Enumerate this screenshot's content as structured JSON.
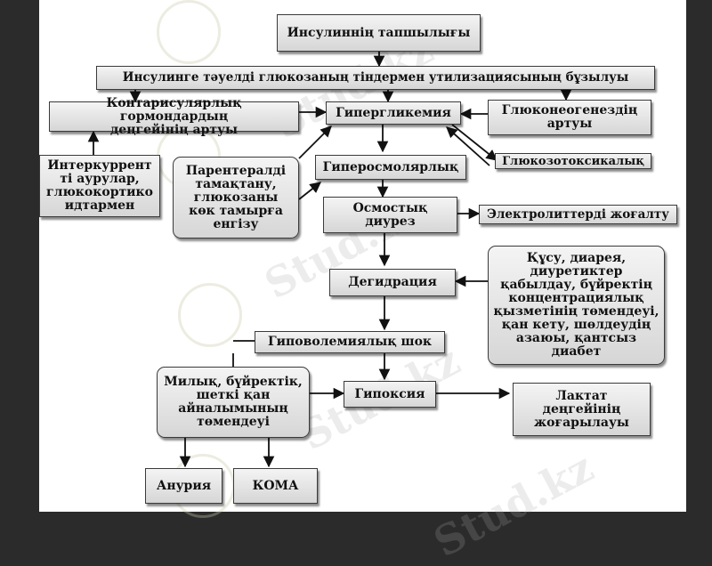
{
  "watermark": "Stud.kz",
  "nodes": {
    "insulin_deficit": "Инсулиннің тапшылығы",
    "glucose_utilization": "Инсулинге тәуелді глюкозаның тіндермен утилизациясының бұзылуы",
    "contrainsular": "Контарисулярлық гормондардың\nдеңгейінің артуы",
    "hyperglycemia": "Гипергликемия",
    "gluconeogenesis": "Глюконеогенездің\nартуы",
    "intercurrent": "Интеркуррент\nті аурулар,\nглюкокортико\nидтармен",
    "parenteral": "Парентералді\nтамақтану,\nглюкозаны\nкөк тамырға\nенгізу",
    "hyperosmolarity": "Гиперосмолярлық",
    "glucotoxicity": "Глюкозотоксикалық",
    "osmotic_diuresis": "Осмостық\nдиурез",
    "electrolyte_loss": "Электролиттерді жоғалту",
    "vomiting": "Құсу, диарея,\nдиуретиктер\nқабылдау, бүйректің\nконцентрациялық\nқызметінің төмендеуі,\nқан кету, шөлдеудің\nазаюы, қантсыз\nдиабет",
    "dehydration": "Дегидрация",
    "hypovolemic_shock": "Гиповолемиялық шок",
    "circulation": "Милық, бүйректік,\nшеткі қан\nайналымының\nтөмендеуі",
    "hypoxia": "Гипоксия",
    "lactate": "Лактат\nдеңгейінің\nжоғарылауы",
    "anuria": "Анурия",
    "coma": "КОМА"
  }
}
